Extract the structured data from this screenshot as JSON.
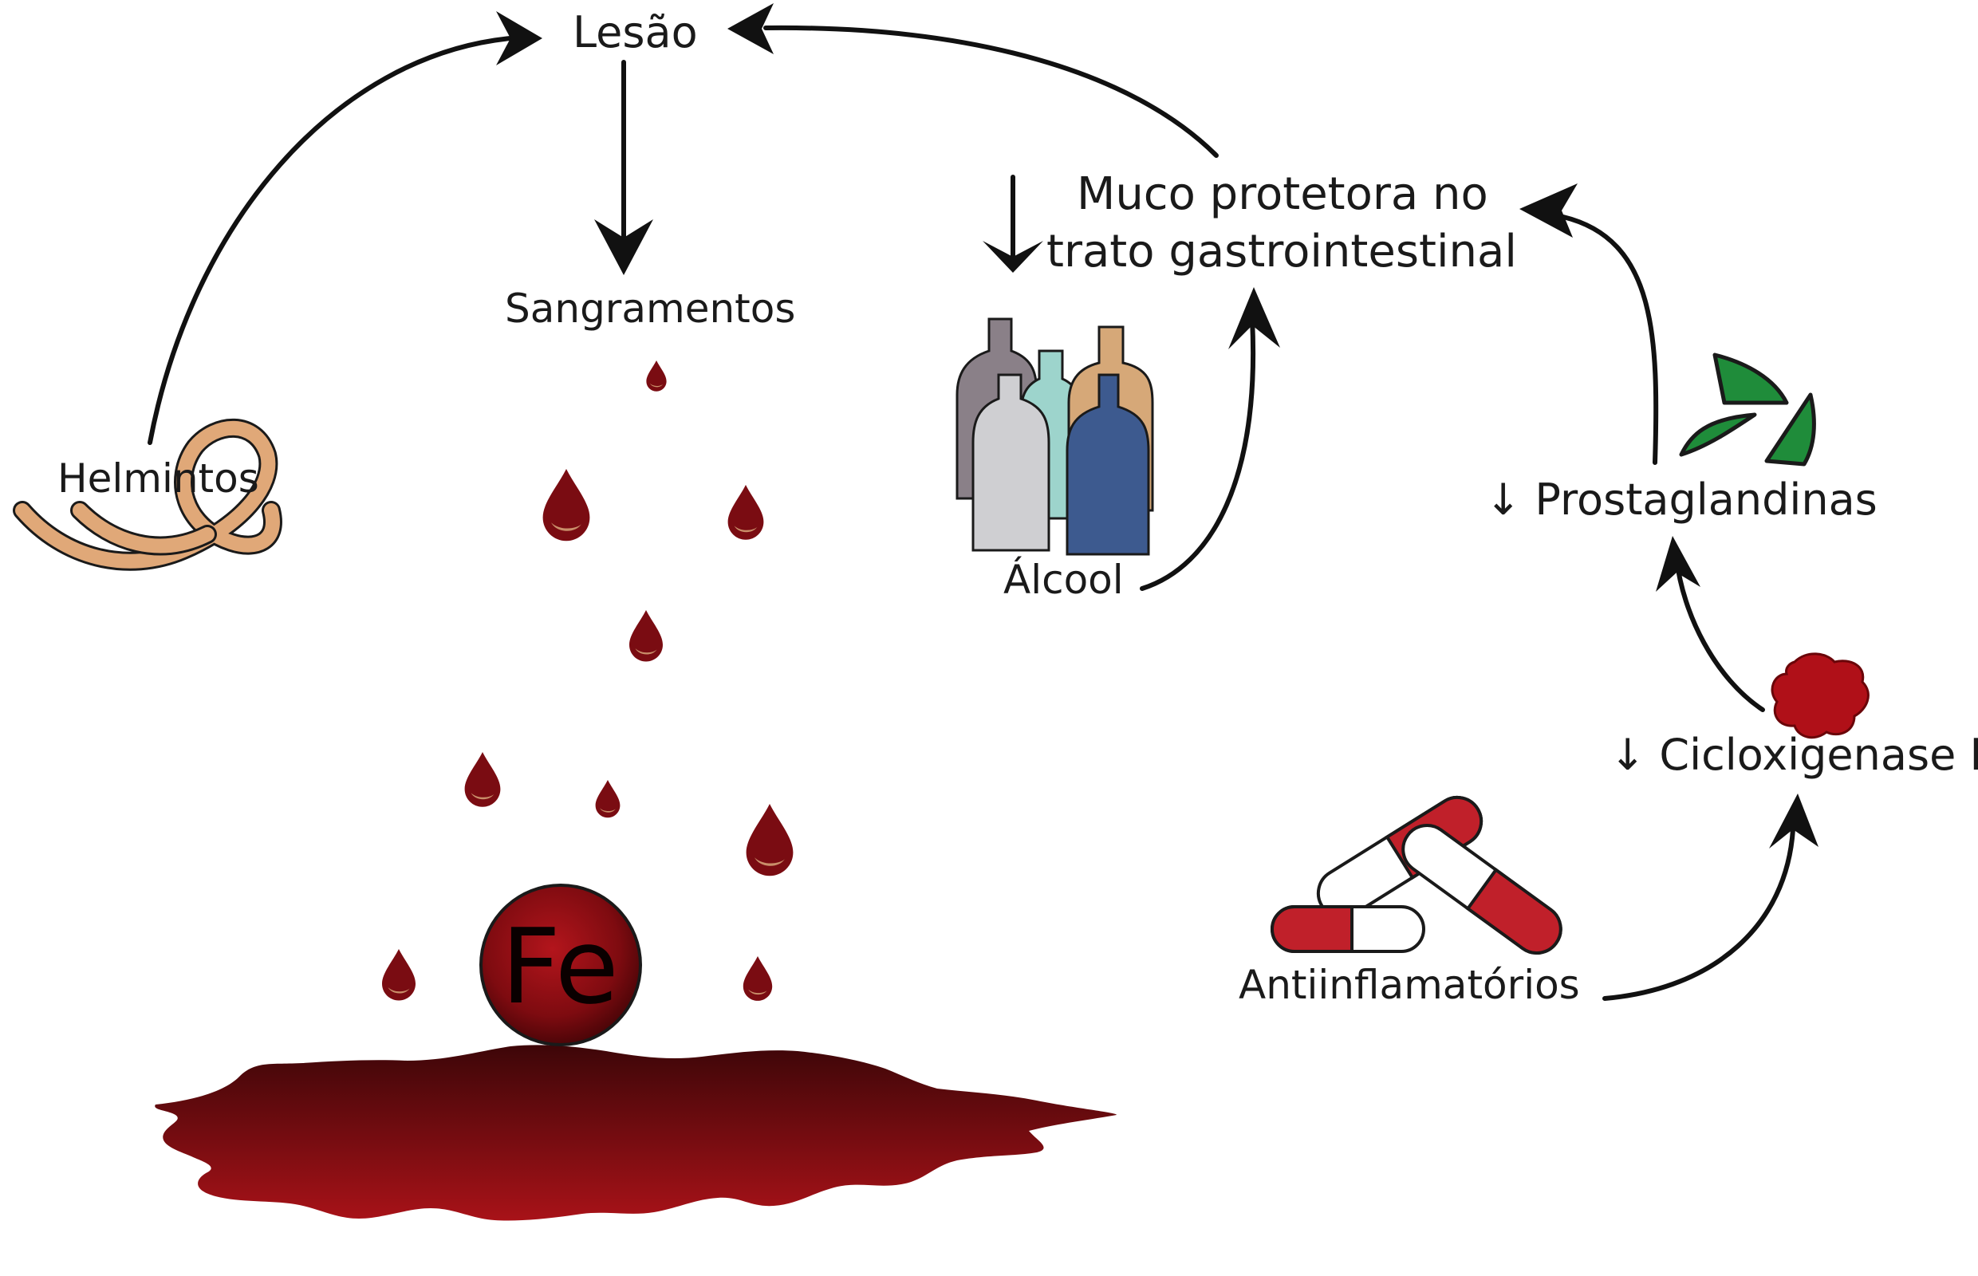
{
  "labels": {
    "lesao": "Lesão",
    "sangramentos": "Sangramentos",
    "helmintos": "Helmintos",
    "muco_line1": "Muco protetora no",
    "muco_line2": "trato gastrointestinal",
    "muco_down_arrow": "↓",
    "alcool": "Álcool",
    "prostaglandinas": "↓ Prostaglandinas",
    "ciclo": "↓ Cicloxigenase I",
    "antiinflamatorios": "Antiinflamatórios",
    "fe": "Fe"
  },
  "icons": [
    "worm-icon",
    "bottles-icon",
    "blood-drops-icon",
    "iron-ball-icon",
    "blood-pool-icon",
    "leaves-icon",
    "enzyme-blob-icon",
    "capsules-icon"
  ],
  "colors": {
    "arrow": "#111111",
    "blood": "#7a0c12",
    "blood_highlight": "#c98f6a",
    "worm": "#e0a878",
    "leaf": "#1f8c3a",
    "capsule_red": "#c0202a",
    "bottle_blue": "#3d5a8f",
    "bottle_tan": "#d6a878",
    "bottle_gray": "#8a8088",
    "bottle_teal": "#9dd4cc"
  }
}
